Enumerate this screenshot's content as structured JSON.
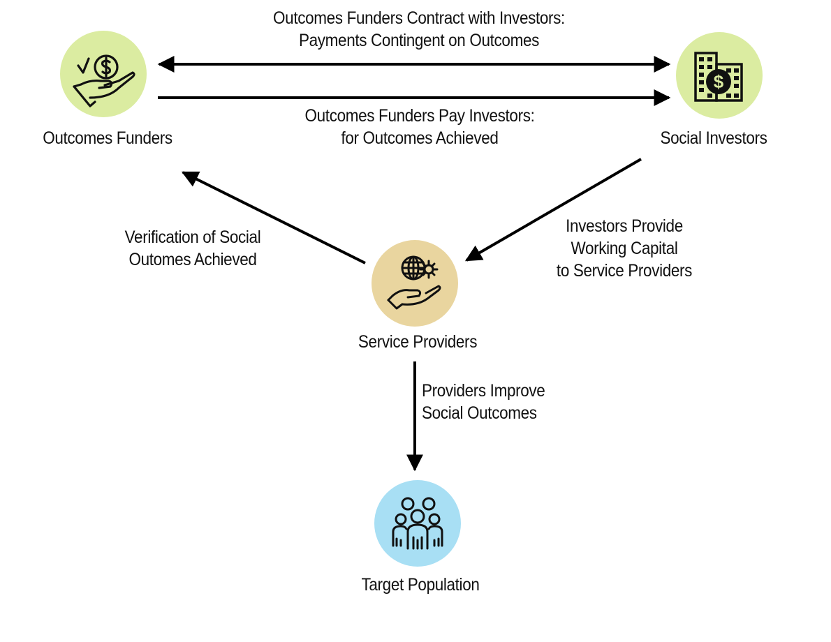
{
  "diagram": {
    "title": "Social Impact Bond flow",
    "nodes": {
      "funders": {
        "label": "Outcomes Funders",
        "icon": "hand-coin-check-icon",
        "color": "#dbeca1"
      },
      "investors": {
        "label": "Social Investors",
        "icon": "buildings-dollar-icon",
        "color": "#dbeca1"
      },
      "providers": {
        "label": "Service Providers",
        "icon": "hand-globe-gear-icon",
        "color": "#e9d59f"
      },
      "population": {
        "label": "Target Population",
        "icon": "people-group-icon",
        "color": "#a8dff4"
      }
    },
    "edges": {
      "contract": {
        "from": "Outcomes Funders",
        "to": "Social Investors",
        "direction": "bidirectional",
        "lines": [
          "Outcomes Funders Contract with Investors:",
          "Payments Contingent on Outcomes"
        ]
      },
      "payment": {
        "from": "Outcomes Funders",
        "to": "Social Investors",
        "direction": "forward",
        "lines": [
          "Outcomes Funders Pay Investors:",
          "for Outcomes Achieved"
        ]
      },
      "capital": {
        "from": "Social Investors",
        "to": "Service Providers",
        "direction": "forward",
        "lines": [
          "Investors Provide",
          "Working Capital",
          "to Service Providers"
        ]
      },
      "verification": {
        "from": "Service Providers",
        "to": "Outcomes Funders",
        "direction": "forward",
        "lines": [
          "Verification of Social",
          "Outomes Achieved"
        ]
      },
      "improve": {
        "from": "Service Providers",
        "to": "Target Population",
        "direction": "forward",
        "lines": [
          "Providers Improve",
          "Social Outcomes"
        ]
      }
    },
    "colors": {
      "arrow": "#000000",
      "text": "#111111"
    }
  }
}
